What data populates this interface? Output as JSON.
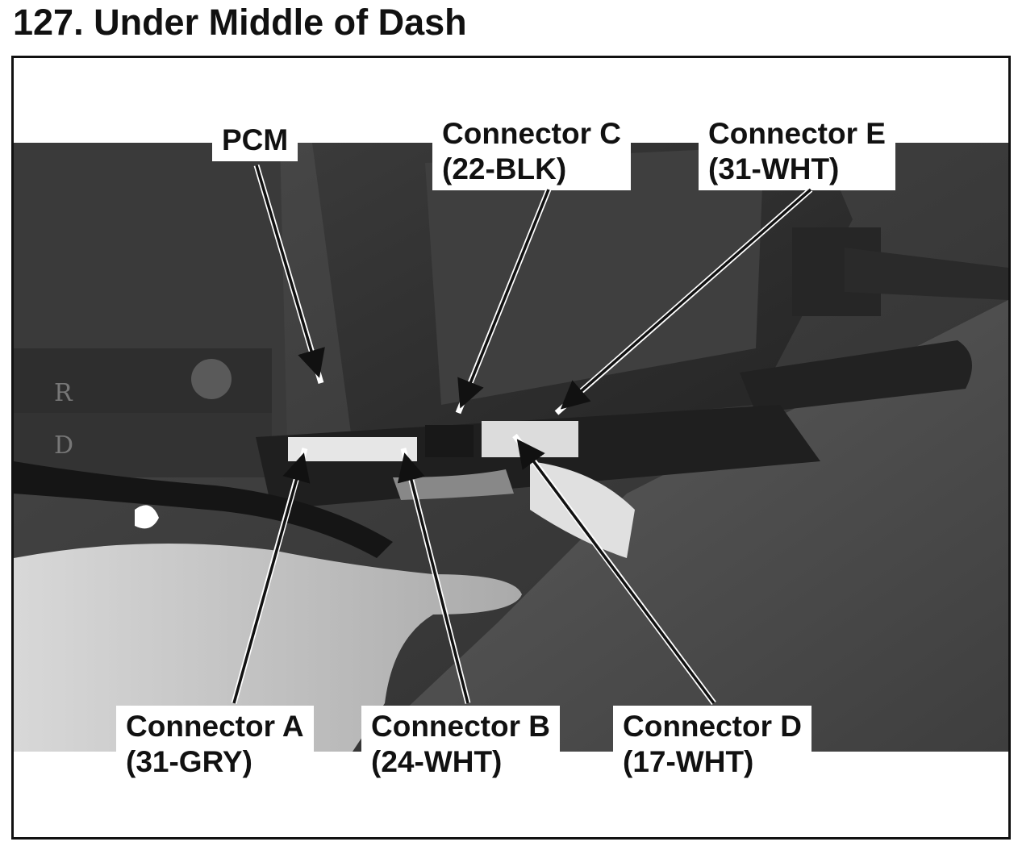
{
  "title": "127. Under Middle of Dash",
  "callouts": {
    "pcm": {
      "line1": "PCM"
    },
    "connector_c": {
      "line1": "Connector C",
      "line2": "(22-BLK)"
    },
    "connector_e": {
      "line1": "Connector E",
      "line2": "(31-WHT)"
    },
    "connector_a": {
      "line1": "Connector A",
      "line2": "(31-GRY)"
    },
    "connector_b": {
      "line1": "Connector B",
      "line2": "(24-WHT)"
    },
    "connector_d": {
      "line1": "Connector D",
      "line2": "(17-WHT)"
    }
  },
  "colors": {
    "ink": "#111111",
    "paper": "#ffffff"
  }
}
